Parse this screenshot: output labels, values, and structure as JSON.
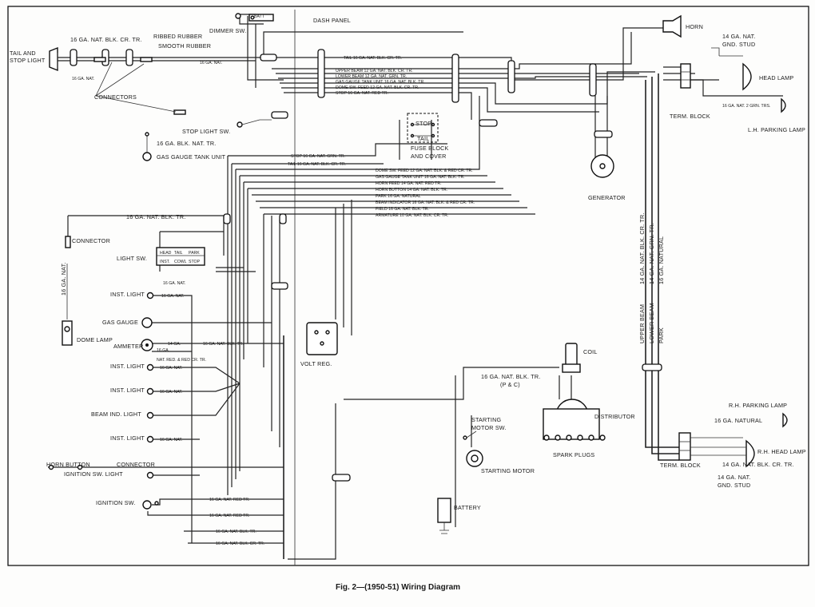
{
  "caption": "Fig. 2—(1950-51) Wiring Diagram",
  "labels": {
    "tail_stop": [
      "TAIL AND",
      "STOP LIGHT"
    ],
    "wire_tail_top": "16 GA. NAT. BLK. CR. TR.",
    "ribbed_rubber": "RIBBED RUBBER",
    "smooth_rubber": "SMOOTH RUBBER",
    "connectors": "CONNECTORS",
    "wire_16ga_nat_a": "16 GA. NAT.",
    "wire_16ga_nat_b": "16 GA. NAT.",
    "dimmer_sw": "DIMMER SW.",
    "batt": "BATT",
    "dash_panel": "DASH PANEL",
    "stop_light_sw": "STOP LIGHT SW.",
    "wire_gas_gauge": "16 GA. BLK. NAT. TR.",
    "gas_gauge_tank": "GAS GAUGE TANK UNIT",
    "horn": "HORN",
    "gnd_stud_top": [
      "14 GA. NAT.",
      "GND. STUD"
    ],
    "head_lamp_left": "HEAD LAMP",
    "term_block_top": "TERM. BLOCK",
    "lh_parking": "L.H. PARKING LAMP",
    "wire_park_top": "16 GA. NAT. 2 GRN. TRS.",
    "stop_box": "STOP",
    "tail_box": "TAIL",
    "fuse_block": [
      "FUSE BLOCK",
      "AND COVER"
    ],
    "generator": "GENERATOR",
    "wire_light_sw": "16 GA. NAT. BLK. TR.",
    "connector_left": "CONNECTOR",
    "wire_16ga_nat_vert": "16 GA. NAT.",
    "light_sw": "LIGHT SW.",
    "light_sw_terms": [
      "HEAD",
      "TAIL",
      "PARK",
      "INST.",
      "COWL",
      "STOP"
    ],
    "inst_light_1": "INST. LIGHT",
    "gas_gauge": "GAS GAUGE",
    "dome_lamp": "DOME LAMP",
    "ammeter": "AMMETER",
    "inst_light_2": "INST. LIGHT",
    "inst_light_3": "INST. LIGHT",
    "beam_ind": "BEAM IND. LIGHT",
    "inst_light_4": "INST. LIGHT",
    "horn_button": "HORN BUTTON",
    "connector_bottom": "CONNECTOR",
    "ign_sw_light": "IGNITION SW. LIGHT",
    "ignition_sw": "IGNITION SW.",
    "volt_reg": "VOLT REG.",
    "coil": "COIL",
    "wire_coil": [
      "16 GA. NAT. BLK. TR.",
      "(P & C)"
    ],
    "distributor": "DISTRIBUTOR",
    "spark_plugs": "SPARK PLUGS",
    "starting_motor_sw": [
      "STARTING",
      "MOTOR SW."
    ],
    "starting_motor": "STARTING MOTOR",
    "battery": "BATTERY",
    "rh_parking": "R.H. PARKING LAMP",
    "wire_16ga_natural": "16 GA. NATURAL",
    "rh_head_lamp": "R.H. HEAD LAMP",
    "wire_14ga_blk_cr": "14 GA. NAT. BLK. CR. TR.",
    "term_block_bottom": "TERM. BLOCK",
    "gnd_stud_bottom": [
      "14 GA. NAT.",
      "GND. STUD"
    ],
    "beam_wires": [
      "14 GA. NAT. BLK. CR. TR.",
      "14 GA. NAT. GRN. TR.",
      "16 GA. NATURAL"
    ],
    "beam_names": [
      "UPPER BEAM",
      "LOWER BEAM",
      "PARK"
    ]
  },
  "wire_callouts": {
    "harness_top": [
      "TAIL 16 GA. NAT. BLK. CR. TR.",
      "UPPER BEAM 12 GA. NAT. BLK. CR. TR.",
      "LOWER BEAM 12 GA. NAT. GRN. TR.",
      "GAS GAUGE TANK UNIT 16 GA. NAT. BLK. TR.",
      "DOME SW. FEED 12 GA. NAT. BLK. CR. TR.",
      "STOP 16 GA. NAT. RED TR."
    ],
    "harness_mid": [
      "STOP 16 GA. NAT. GRN. TR.",
      "TAIL 16 GA. NAT. BLK. CR. TR."
    ],
    "harness_right": [
      "DOME SW. FEED 12 GA. NAT. BLK. & RED CR. TR.",
      "GAS GAUGE TANK UNIT 16 GA. NAT. BLK. TR.",
      "HORN FEED 14 GA. NAT. RED TR.",
      "HORN BUTTON 14 GA. NAT. BLK. TR.",
      "PARK 16 GA. NATURAL",
      "BEAM INDICATOR 16 GA. NAT. BLK. & RED CR. TR.",
      "FIELD 16 GA. NAT. BLK. TR.",
      "ARMATURE 10 GA. NAT. BLK. CR. TR."
    ],
    "lower_left": [
      "16 GA. NAT. BLK. TR.",
      "NAT. RED. & RED CR. TR.",
      "16 GA. NAT.",
      "16 GA. NAT.",
      "16 GA. NAT.",
      "16 GA. NAT.",
      "16 GA. NAT.",
      "16 GA. NAT. RED TR.",
      "16 GA. NAT. RED TR.",
      "16 GA. NAT. BLK. TR.",
      "16 GA. NAT. BLK. CR. TR.",
      "14 GA.",
      "16 GA."
    ]
  }
}
